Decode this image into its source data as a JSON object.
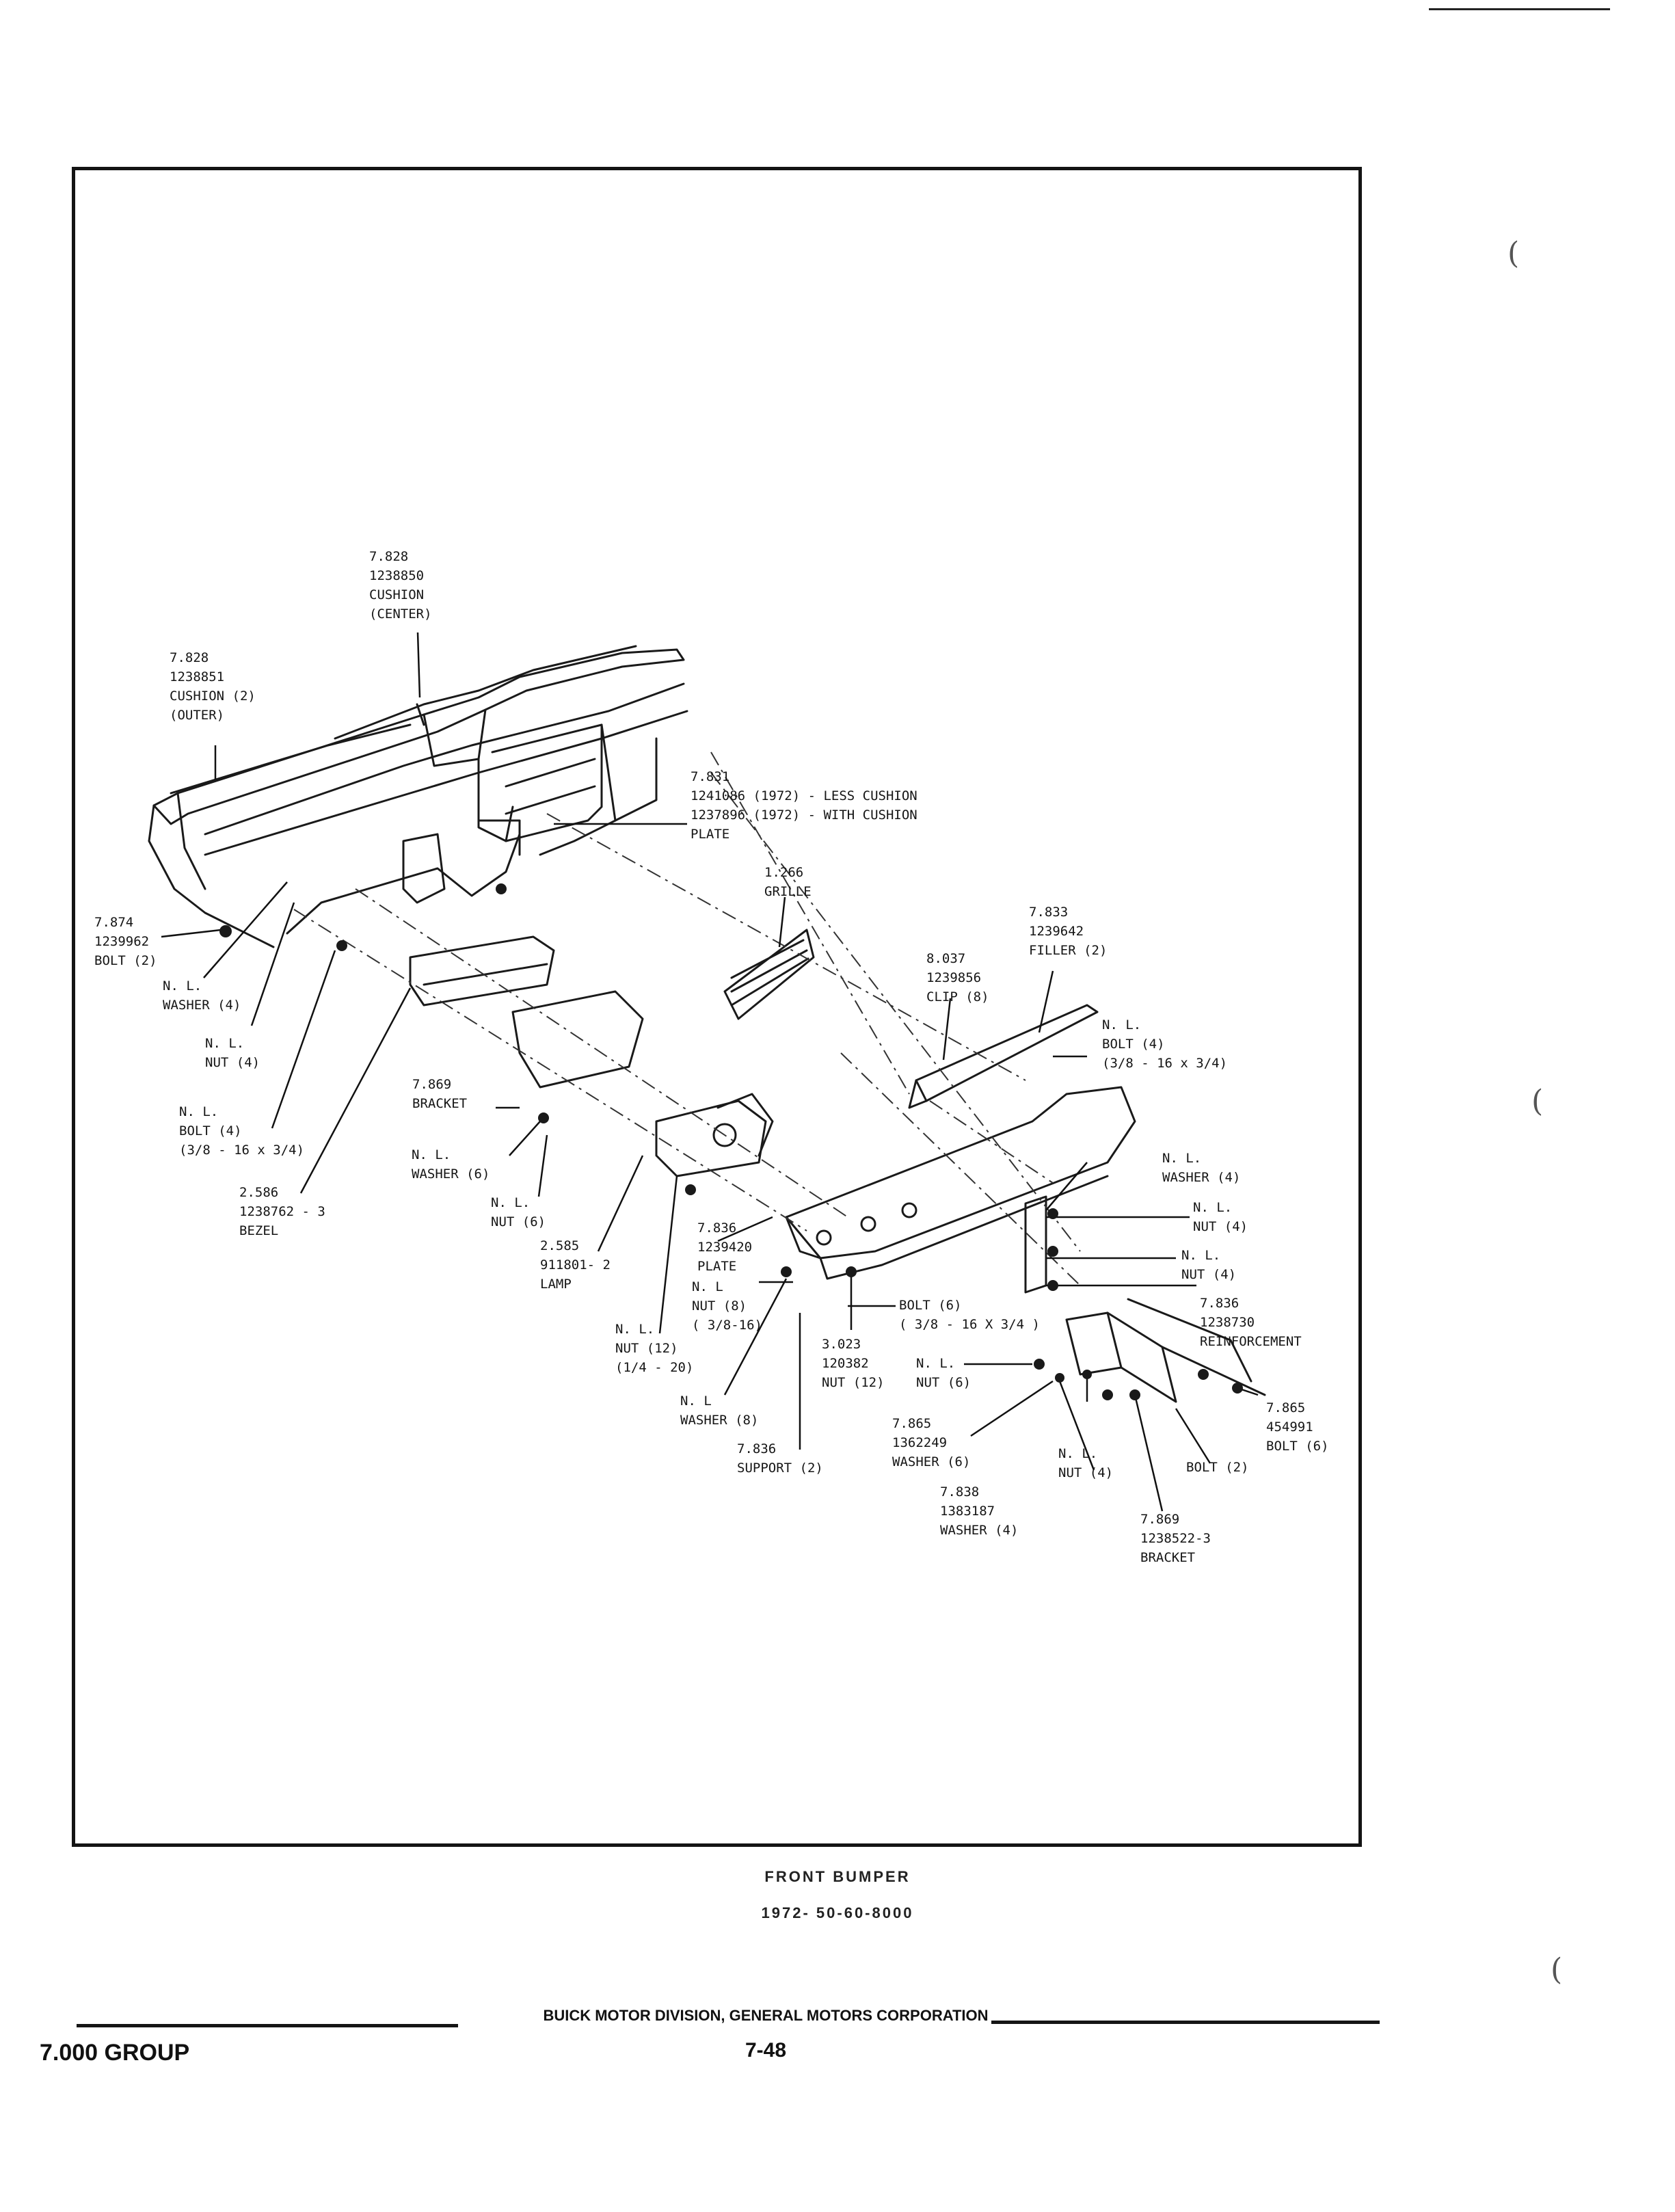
{
  "labels": {
    "cushion_center": [
      "7.828",
      "1238850",
      "CUSHION",
      "(CENTER)"
    ],
    "cushion_outer": [
      "7.828",
      "1238851",
      "CUSHION (2)",
      "(OUTER)"
    ],
    "plate_top": [
      "7.831",
      "1241086 (1972) - LESS CUSHION",
      "1237896 (1972) - WITH CUSHION",
      "PLATE"
    ],
    "grille": [
      "1.266",
      "GRILLE"
    ],
    "filler": [
      "7.833",
      "1239642",
      "FILLER (2)"
    ],
    "clip": [
      "8.037",
      "1239856",
      "CLIP (8)"
    ],
    "bolt_left": [
      "7.874",
      "1239962",
      "BOLT (2)"
    ],
    "washer_left": [
      "N. L.",
      "WASHER (4)"
    ],
    "nut_left": [
      "N. L.",
      "NUT (4)"
    ],
    "bolt_nl_left": [
      "N. L.",
      "BOLT (4)",
      "(3/8 - 16 x 3/4)"
    ],
    "bracket_mid": [
      "7.869",
      "BRACKET"
    ],
    "washer_mid": [
      "N. L.",
      "WASHER (6)"
    ],
    "nut_mid": [
      "N. L.",
      "NUT (6)"
    ],
    "bezel": [
      "2.586",
      "1238762 - 3",
      "BEZEL"
    ],
    "lamp": [
      "2.585",
      "911801- 2",
      "LAMP"
    ],
    "plate_mid": [
      "7.836",
      "1239420",
      "PLATE"
    ],
    "nut8": [
      "N. L",
      "NUT (8)",
      "( 3/8-16)"
    ],
    "nut12_left": [
      "N. L.",
      "NUT (12)",
      "(1/4 - 20)"
    ],
    "washer8": [
      "N. L",
      "WASHER (8)"
    ],
    "support": [
      "7.836",
      "SUPPORT (2)"
    ],
    "nut12_right": [
      "3.023",
      "120382",
      "NUT (12)"
    ],
    "bolt6_mid": [
      "BOLT (6)",
      "( 3/8 - 16 X 3/4 )"
    ],
    "bolt_right_top": [
      "N. L.",
      "BOLT (4)",
      "(3/8 - 16 x 3/4)"
    ],
    "washer_right": [
      "N. L.",
      "WASHER (4)"
    ],
    "nut_right_a": [
      "N. L.",
      "NUT (4)"
    ],
    "nut_right_b": [
      "N. L.",
      "NUT (4)"
    ],
    "reinforcement": [
      "7.836",
      "1238730",
      "REINFORCEMENT"
    ],
    "nut6_right": [
      "N. L.",
      "NUT (6)"
    ],
    "bolt_right_6": [
      "7.865",
      "454991",
      "BOLT (6)"
    ],
    "washer6_right": [
      "7.865",
      "1362249",
      "WASHER (6)"
    ],
    "nut4_bottom": [
      "N. L.",
      "NUT (4)"
    ],
    "bolt2_bottom": [
      "BOLT (2)"
    ],
    "washer4_bottom": [
      "7.838",
      "1383187",
      "WASHER (4)"
    ],
    "bracket_bottom": [
      "7.869",
      "1238522-3",
      "BRACKET"
    ]
  },
  "caption": {
    "title": "FRONT BUMPER",
    "subtitle": "1972- 50-60-8000"
  },
  "footer": {
    "company": "BUICK MOTOR DIVISION, GENERAL MOTORS CORPORATION",
    "page": "7-48",
    "group": "7.000 GROUP"
  },
  "margin_marks": [
    "(",
    "(",
    "("
  ]
}
